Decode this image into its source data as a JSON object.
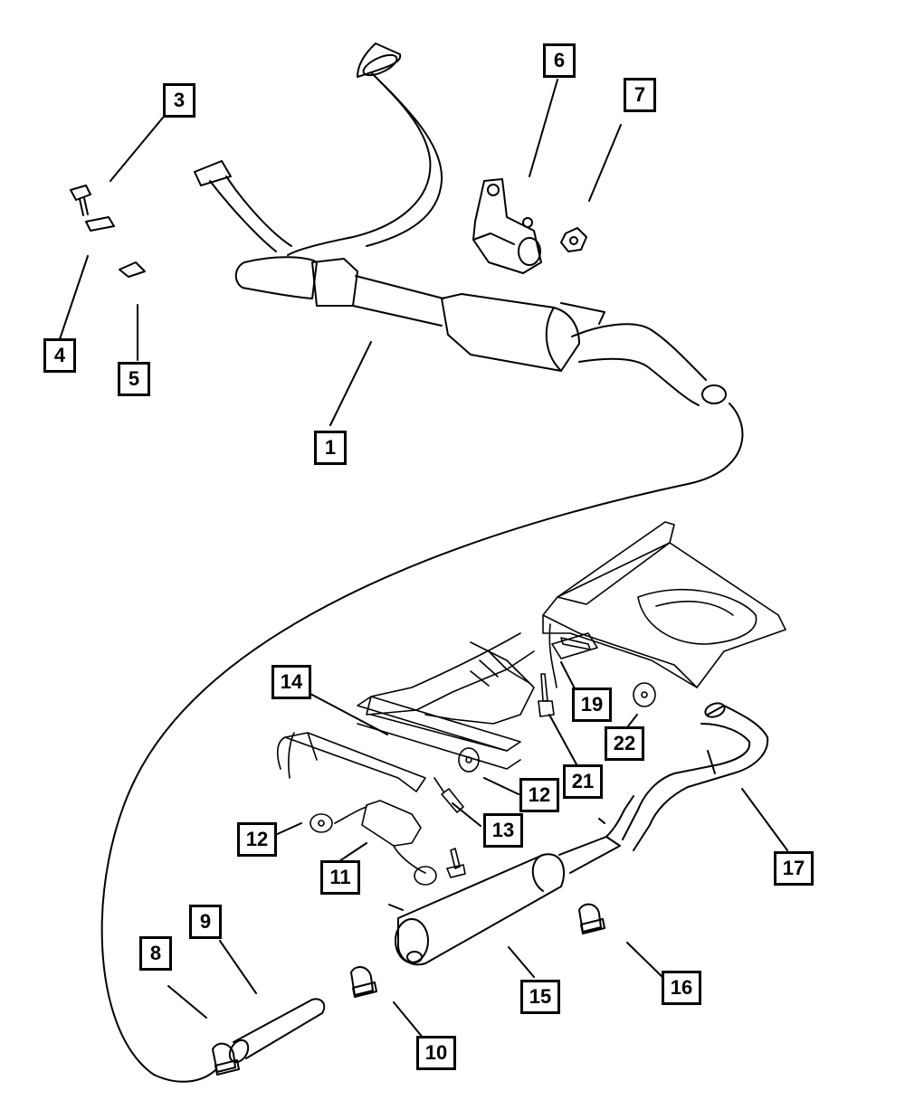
{
  "diagram": {
    "colors": {
      "line": "#000000",
      "background": "#ffffff"
    },
    "callouts": [
      {
        "id": "1",
        "label": "1"
      },
      {
        "id": "3",
        "label": "3"
      },
      {
        "id": "4",
        "label": "4"
      },
      {
        "id": "5",
        "label": "5"
      },
      {
        "id": "6",
        "label": "6"
      },
      {
        "id": "7",
        "label": "7"
      },
      {
        "id": "8",
        "label": "8"
      },
      {
        "id": "9",
        "label": "9"
      },
      {
        "id": "10",
        "label": "10"
      },
      {
        "id": "11",
        "label": "11"
      },
      {
        "id": "12a",
        "label": "12"
      },
      {
        "id": "12b",
        "label": "12"
      },
      {
        "id": "13",
        "label": "13"
      },
      {
        "id": "14",
        "label": "14"
      },
      {
        "id": "15",
        "label": "15"
      },
      {
        "id": "16",
        "label": "16"
      },
      {
        "id": "17",
        "label": "17"
      },
      {
        "id": "19",
        "label": "19"
      },
      {
        "id": "21",
        "label": "21"
      },
      {
        "id": "22",
        "label": "22"
      }
    ]
  }
}
